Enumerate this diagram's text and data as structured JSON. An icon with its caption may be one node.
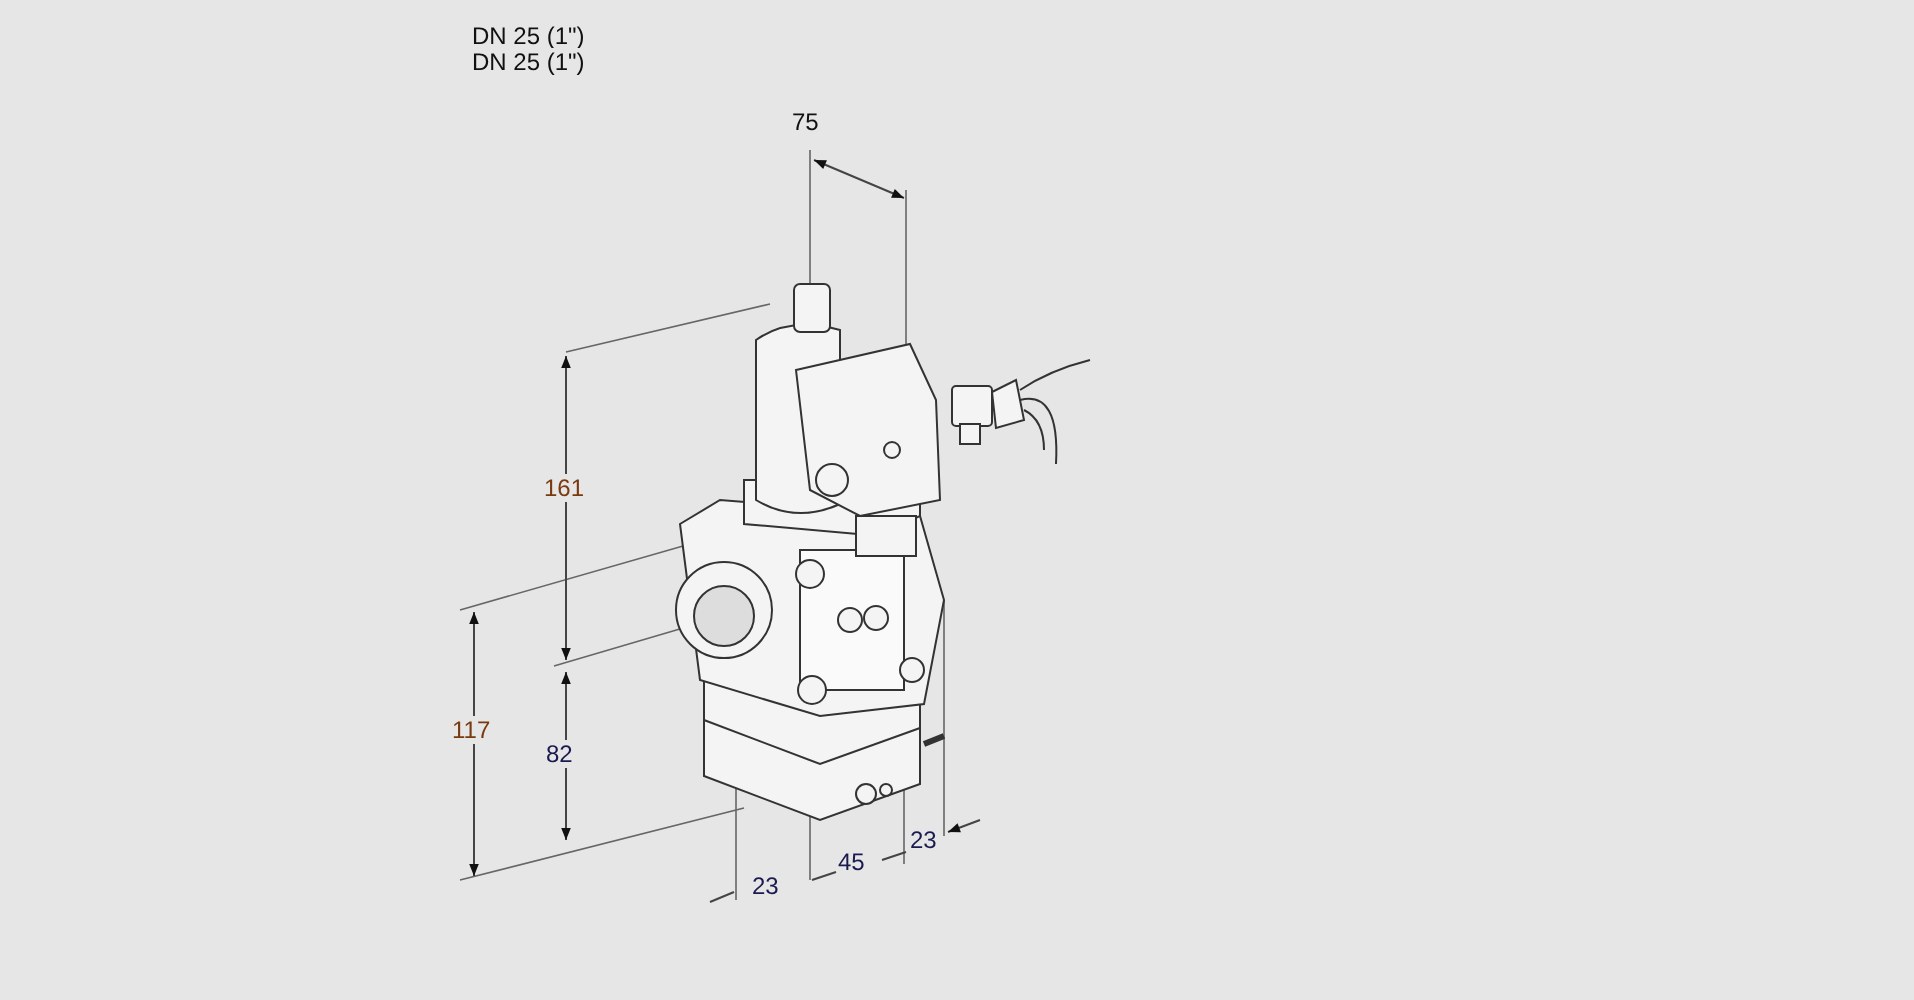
{
  "diagram": {
    "labels": [
      "DN 25 (1\")",
      "DN 25 (1\")",
      "75",
      "161",
      "117",
      "82",
      "23",
      "45",
      "23"
    ]
  }
}
